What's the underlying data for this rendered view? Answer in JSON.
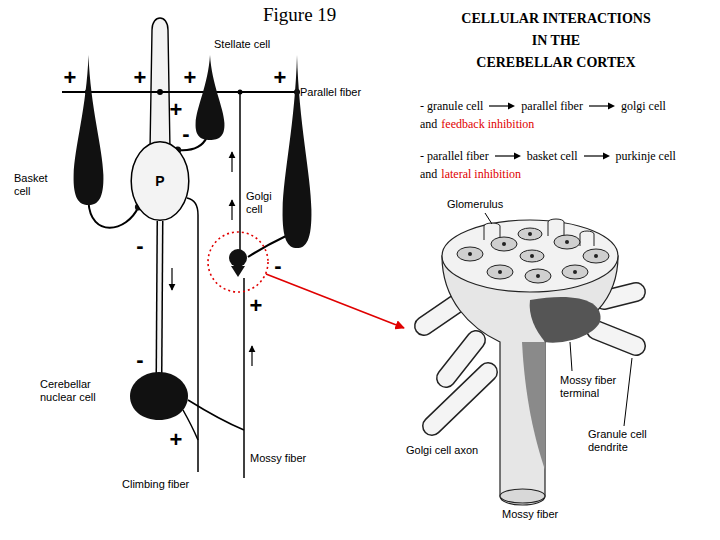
{
  "diagram": {
    "title": "CELLULAR INTERACTIONS IN THE CEREBELLAR CORTEX",
    "nodes": [
      {
        "text": [
          "Stellate cell"
        ]
      },
      {
        "text": [
          "Basket cell"
        ]
      },
      {
        "text": [
          "P"
        ]
      },
      {
        "text": [
          "Golgi cell"
        ]
      },
      {
        "text": [
          "Cerebellar nuclear cell"
        ]
      }
    ],
    "edges": [
      {
        "from": 1,
        "to": 2,
        "arrow": "none"
      },
      {
        "from": 0,
        "to": 2,
        "arrow": "none"
      },
      {
        "from": 2,
        "to": 4,
        "arrow": "none"
      }
    ],
    "labels": [
      "Figure 19",
      "+",
      "+",
      "+",
      "+",
      "Parallel fiber",
      "+",
      "-",
      "-",
      "-",
      "+",
      "-",
      "+",
      "Mossy fiber",
      "Climbing fiber",
      "Glomerulus",
      "Mossy fiber terminal",
      "Golgi cell axon",
      "Granule cell dendrite",
      "Mossy fiber",
      "- granule cell",
      "parallel fiber",
      "golgi cell",
      "and",
      "feedback inhibition",
      "- parallel fiber",
      "basket cell",
      "purkinje cell",
      "and",
      "lateral inhibition"
    ]
  }
}
